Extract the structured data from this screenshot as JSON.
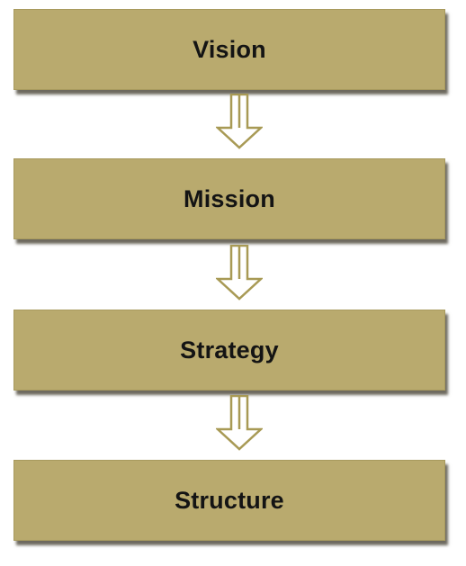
{
  "diagram": {
    "colors": {
      "box_fill": "#b9aa6e",
      "box_border": "#a89a5e",
      "text": "#141414",
      "arrow_stroke": "#a89a55",
      "arrow_fill": "#ffffff"
    },
    "boxes": [
      {
        "label": "Vision"
      },
      {
        "label": "Mission"
      },
      {
        "label": "Strategy"
      },
      {
        "label": "Structure"
      }
    ],
    "arrows": [
      {
        "icon": "hollow-down-arrow-icon"
      },
      {
        "icon": "hollow-down-arrow-icon"
      },
      {
        "icon": "hollow-down-arrow-icon"
      }
    ]
  }
}
